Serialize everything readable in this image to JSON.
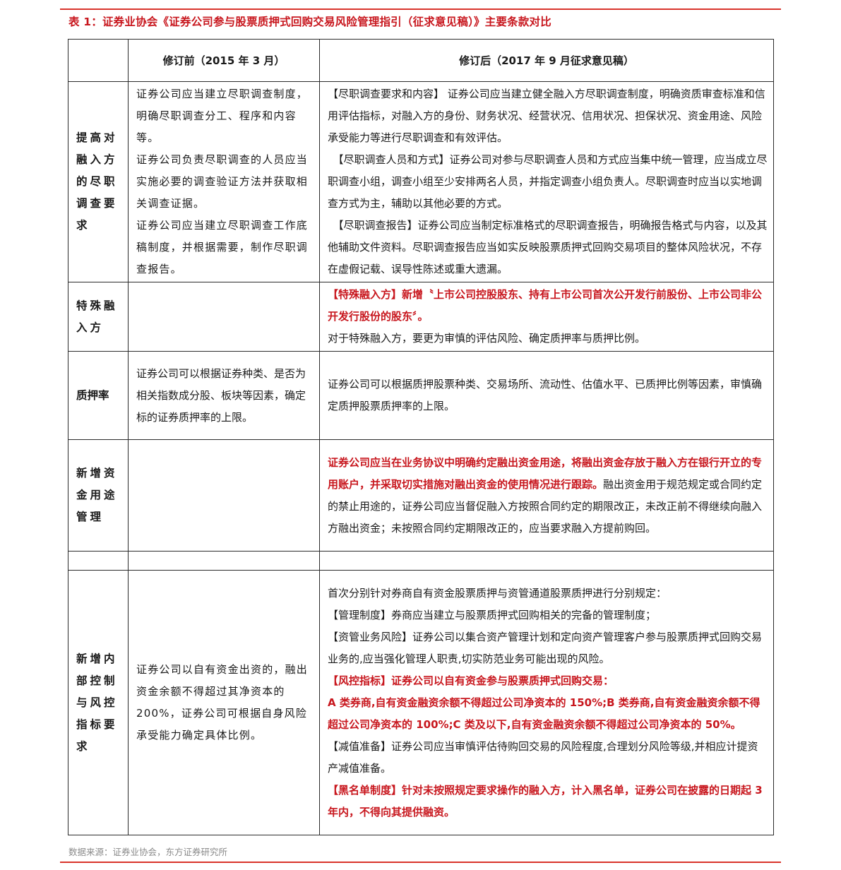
{
  "document": {
    "title": "表 1：证券业协会《证券公司参与股票质押式回购交易风险管理指引（征求意见稿）》主要条款对比",
    "source": "数据来源：证券业协会，东方证券研究所",
    "colors": {
      "accent_red": "#c8171e",
      "rule_red": "#d9342b",
      "border": "#2b2b2b",
      "source_gray": "#8a8a8a"
    }
  },
  "table": {
    "headers": [
      "",
      "修订前（2015 年 3 月）",
      "修订后（2017 年 9 月征求意见稿）"
    ],
    "rows": [
      {
        "label": "提高对融入方的尽职调查要求",
        "before": [
          "证券公司应当建立尽职调查制度，明确尽职调查分工、程序和内容等。",
          "证券公司负责尽职调查的人员应当实施必要的调查验证方法并获取相关调查证据。",
          "证券公司应当建立尽职调查工作底稿制度，并根据需要，制作尽职调查报告。"
        ],
        "after": [
          {
            "text": "【尽职调查要求和内容】  证券公司应当建立健全融入方尽职调查制度，明确资质审查标准和信用评估指标，对融入方的身份、财务状况、经营状况、信用状况、担保状况、资金用途、风险承受能力等进行尽职调查和有效评估。",
            "highlight": false
          },
          {
            "text": "【尽职调查人员和方式】证券公司对参与尽职调查人员和方式应当集中统一管理，应当成立尽职调查小组，调查小组至少安排两名人员，并指定调查小组负责人。尽职调查时应当以实地调查方式为主，辅助以其他必要的方式。",
            "highlight": false
          },
          {
            "text": "【尽职调查报告】证券公司应当制定标准格式的尽职调查报告，明确报告格式与内容，以及其他辅助文件资料。尽职调查报告应当如实反映股票质押式回购交易项目的整体风险状况，不存在虚假记载、误导性陈述或重大遗漏。",
            "highlight": false
          }
        ]
      },
      {
        "label": "特殊融入方",
        "before": [],
        "after": [
          {
            "text": "【特殊融入方】新增〝上市公司控股股东、持有上市公司首次公开发行前股份、上市公司非公开发行股份的股东〞。",
            "highlight": true
          },
          {
            "text": "对于特殊融入方，要更为审慎的评估风险、确定质押率与质押比例。",
            "highlight": false
          }
        ]
      },
      {
        "label": "质押率",
        "before": [
          "证券公司可以根据证券种类、是否为相关指数成分股、板块等因素，确定标的证券质押率的上限。"
        ],
        "after": [
          {
            "text": "证券公司可以根据质押股票种类、交易场所、流动性、估值水平、已质押比例等因素，审慎确定质押股票质押率的上限。",
            "highlight": false
          }
        ]
      },
      {
        "label": "新增资金用途管理",
        "before": [],
        "after_mixed": {
          "highlight": "证券公司应当在业务协议中明确约定融出资金用途，将融出资金存放于融入方在银行开立的专用账户，并采取切实措施对融出资金的使用情况进行跟踪。",
          "normal": "融出资金用于规范规定或合同约定的禁止用途的，证券公司应当督促融入方按照合同约定的期限改正，未改正前不得继续向融入方融出资金；未按照合同约定期限改正的，应当要求融入方提前购回。"
        }
      },
      {
        "label": "",
        "before": [],
        "after": []
      },
      {
        "label": "新增内部控制与风控指标要求",
        "before": [
          "证券公司以自有资金出资的，融出资金余额不得超过其净资本的 200%，证券公司可根据自身风险承受能力确定具体比例。"
        ],
        "after": [
          {
            "text": "首次分别针对券商自有资金股票质押与资管通道股票质押进行分别规定：",
            "highlight": false
          },
          {
            "text": "【管理制度】券商应当建立与股票质押式回购相关的完备的管理制度；",
            "highlight": false
          },
          {
            "text": "【资管业务风险】证券公司以集合资产管理计划和定向资产管理客户参与股票质押式回购交易业务的,应当强化管理人职责,切实防范业务可能出现的风险。",
            "highlight": false
          },
          {
            "text": "【风控指标】证券公司以自有资金参与股票质押式回购交易：",
            "highlight": true
          },
          {
            "text": "A 类券商,自有资金融资余额不得超过公司净资本的 150%;B 类券商,自有资金融资余额不得超过公司净资本的 100%;C 类及以下,自有资金融资余额不得超过公司净资本的 50%。",
            "highlight": true
          },
          {
            "text": "【减值准备】证券公司应当审慎评估待购回交易的风险程度,合理划分风险等级,并相应计提资产减值准备。",
            "highlight": false
          },
          {
            "text": "【黑名单制度】针对未按照规定要求操作的融入方，计入黑名单，证券公司在披露的日期起 3 年内，不得向其提供融资。",
            "highlight": true
          }
        ]
      }
    ]
  }
}
